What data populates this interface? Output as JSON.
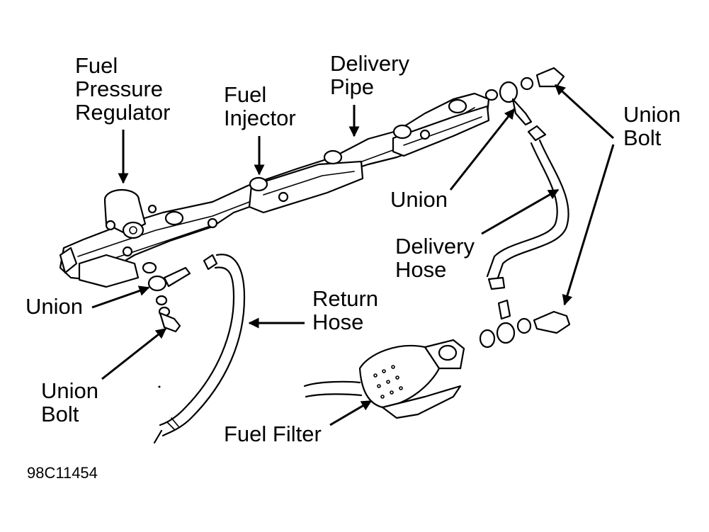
{
  "labels": {
    "fuel_pressure_regulator": [
      "Fuel",
      "Pressure",
      "Regulator"
    ],
    "fuel_injector": [
      "Fuel",
      "Injector"
    ],
    "delivery_pipe": [
      "Delivery",
      "Pipe"
    ],
    "union_bolt_top": [
      "Union",
      "Bolt"
    ],
    "union_right": "Union",
    "delivery_hose": [
      "Delivery",
      "Hose"
    ],
    "union_left": "Union",
    "return_hose": [
      "Return",
      "Hose"
    ],
    "union_bolt_bottom": [
      "Union",
      "Bolt"
    ],
    "fuel_filter": "Fuel Filter"
  },
  "figure_code": "98C11454"
}
